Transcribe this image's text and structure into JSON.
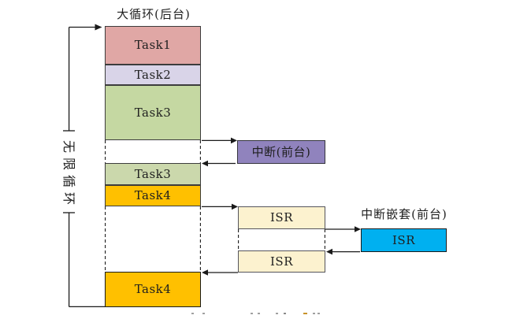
{
  "diagram": {
    "background": {
      "title": "大循环(后台)",
      "loop_label": "无限循环",
      "tasks": [
        {
          "label": "Task1",
          "color": "#E0A7A5"
        },
        {
          "label": "Task2",
          "color": "#D9D4E8"
        },
        {
          "label": "Task3",
          "color": "#C5D8A2"
        },
        {
          "label": "Task3",
          "color": "#CBD8AC"
        },
        {
          "label": "Task4",
          "color": "#FFC000"
        },
        {
          "label": "Task4",
          "color": "#FFC000"
        }
      ]
    },
    "foreground": {
      "interrupt": {
        "label": "中断(前台)",
        "color": "#9083BD"
      },
      "isr_sequence": [
        {
          "label": "ISR",
          "color": "#FCF2CF"
        },
        {
          "label": "ISR",
          "color": "#FCF2CF"
        }
      ],
      "nested": {
        "title": "中断嵌套(前台)",
        "isr": {
          "label": "ISR",
          "color": "#00B0F0"
        }
      }
    },
    "line_color": "#1a1a1a"
  }
}
